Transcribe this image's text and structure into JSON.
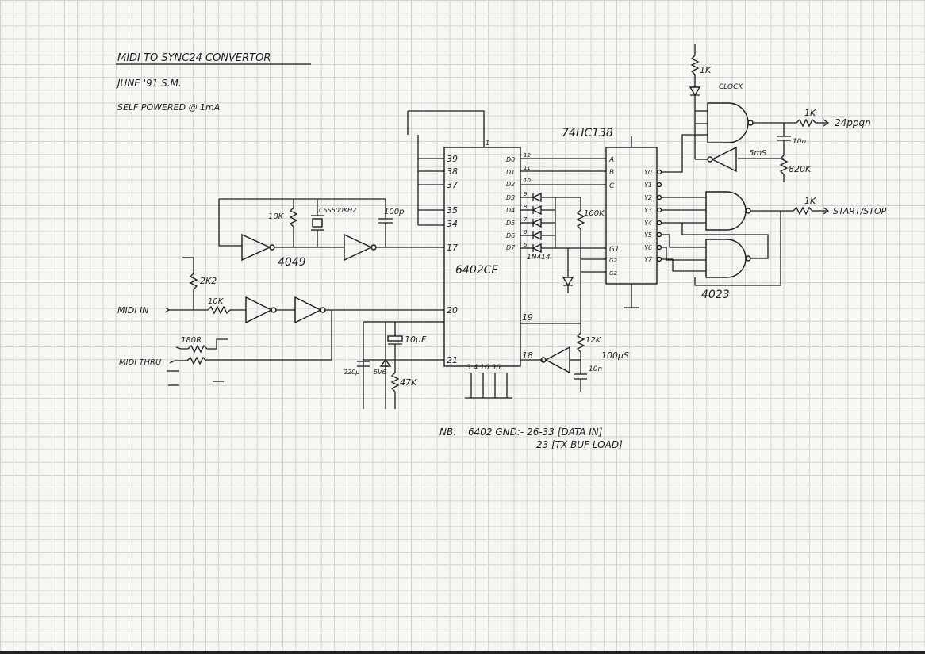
{
  "title": "MIDI TO SYNC24 CONVERTOR",
  "date_line": "JUNE '91  S.M.",
  "power_note": "SELF POWERED @ 1mA",
  "components": {
    "uart": "6402CE",
    "decoder": "74HC138",
    "osc_inverter": "4049",
    "nand": "4023",
    "crystal": "CSS500KH2",
    "diodes": "1N414"
  },
  "values": {
    "r_10k_osc": "10K",
    "c_100p": "100p",
    "r_2k2": "2K2",
    "r_10k_in": "10K",
    "r_180r": "180R",
    "c_10uf": "10μF",
    "c_220u": "220μ",
    "zener": "5V6",
    "r_47k": "47K",
    "r_100k": "100K",
    "r_12k": "12K",
    "t_100us": "100μS",
    "c_10n_mono": "10n",
    "r_1k_led": "1K",
    "clock_label": "CLOCK",
    "r_1k_out": "1K",
    "c_10n_out": "10n",
    "t_5ms": "5mS",
    "r_820k": "820K",
    "r_1k_ss": "1K"
  },
  "labels": {
    "midi_in": "MIDI IN",
    "midi_thru": "MIDI THRU",
    "out_24ppqn": "24ppqn",
    "start_stop": "START/STOP"
  },
  "uart_pins": {
    "p39": "39",
    "p38": "38",
    "p37": "37",
    "p35": "35",
    "p34": "34",
    "p17": "17",
    "p20": "20",
    "p21": "21",
    "p19": "19",
    "p18": "18",
    "bottom": "3 4 16 36",
    "d0": "D0",
    "d1": "D1",
    "d2": "D2",
    "d3": "D3",
    "d4": "D4",
    "d5": "D5",
    "d6": "D6",
    "d7": "D7",
    "n12": "12",
    "n11": "11",
    "n10": "10",
    "n9": "9",
    "n8": "8",
    "n7": "7",
    "n6": "6",
    "n5": "5",
    "n1": "1"
  },
  "decoder_pins": {
    "a": "A",
    "b": "B",
    "c": "C",
    "g1": "G1",
    "g2a": "G2",
    "g2b": "G2",
    "y0": "Y0",
    "y1": "Y1",
    "y2": "Y2",
    "y3": "Y3",
    "y4": "Y4",
    "y5": "Y5",
    "y6": "Y6",
    "y7": "Y7"
  },
  "notes": {
    "nb": "NB:",
    "line1": "6402  GND:- 26-33 [DATA IN]",
    "line2": "23 [TX BUF LOAD]"
  }
}
